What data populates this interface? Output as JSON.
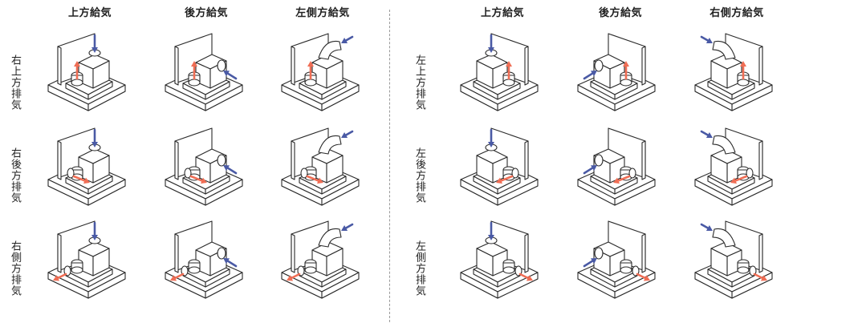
{
  "colors": {
    "intake": "#4a5aa5",
    "exhaust": "#f06e55",
    "outline": "#2a2a2a",
    "divider": "#9a9a9a"
  },
  "left_group": {
    "columns": [
      "上方給気",
      "後方給気",
      "左側方給気"
    ],
    "rows": [
      "右上方排気",
      "右後方排気",
      "右側方排気"
    ]
  },
  "right_group": {
    "columns": [
      "上方給気",
      "後方給気",
      "右側方給気"
    ],
    "rows": [
      "左上方排気",
      "左後方排気",
      "左側方排気"
    ]
  }
}
